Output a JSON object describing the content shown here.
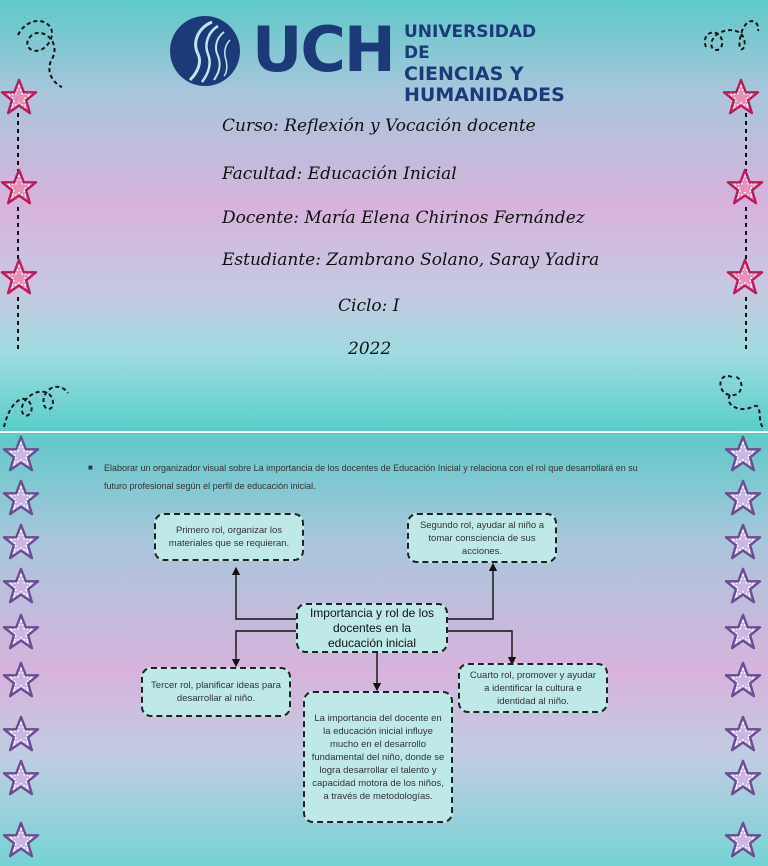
{
  "cover": {
    "logo": {
      "abbr": "UCH",
      "name_line1": "UNIVERSIDAD DE",
      "name_line2": "CIENCIAS Y",
      "name_line3": "HUMANIDADES"
    },
    "course": "Curso: Reflexión y Vocación docente",
    "faculty": "Facultad: Educación Inicial",
    "teacher": "Docente: María Elena Chirinos Fernández",
    "student": "Estudiante: Zambrano Solano, Saray Yadira",
    "cycle": "Ciclo: I",
    "year": "2022"
  },
  "content": {
    "instruction": "Elaborar un organizador visual sobre La importancia de los docentes de Educación Inicial y  relaciona con el rol que desarrollará en su futuro profesional según el perfil de educación inicial.",
    "center_node": "Importancia y rol de los docentes en la educación inicial",
    "node_first": "Primero rol, organizar los materiales que se requieran.",
    "node_second": "Segundo rol, ayudar al niño a tomar consciencia de sus acciones.",
    "node_third": "Tercer rol, planificar ideas para desarrollar al niño.",
    "node_fourth": "Cuarto rol, promover y ayudar a identificar la cultura e identidad al niño.",
    "node_importance": "La importancia del docente en la educación inicial influye mucho en el desarrollo fundamental del niño, donde se logra desarrollar el talento y capacidad motora de los niños, a través de metodologías."
  },
  "colors": {
    "brand_blue": "#1d3a78",
    "star_pink": "#c2185b",
    "star_purple": "#6a4c93",
    "node_fill": "#bfe8e8"
  }
}
